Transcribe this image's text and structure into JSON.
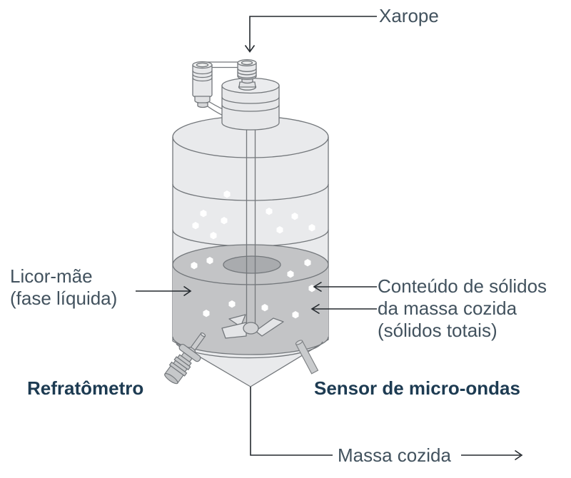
{
  "diagram": {
    "labels": {
      "syrup": "Xarope",
      "mother_liquor": {
        "line1": "Licor-mãe",
        "line2": "(fase líquida)"
      },
      "refractometer": "Refratômetro",
      "solids_content": {
        "line1": "Conteúdo de sólidos",
        "line2": "da massa cozida",
        "line3": "(sólidos totais)"
      },
      "microwave_sensor": "Sensor de micro-ondas",
      "massecuite": "Massa cozida"
    },
    "colors": {
      "label_text": "#42525e",
      "device_label_text": "#1d3b52",
      "leader_line": "#24292e",
      "vessel_fill": "#e9eaec",
      "vessel_outline": "#73777b",
      "massecuite_fill": "#c3c4c6",
      "vortex_fill": "#a9abae",
      "fitting_fill": "#c9cbcd",
      "crystal_fill": "#ffffff"
    }
  }
}
